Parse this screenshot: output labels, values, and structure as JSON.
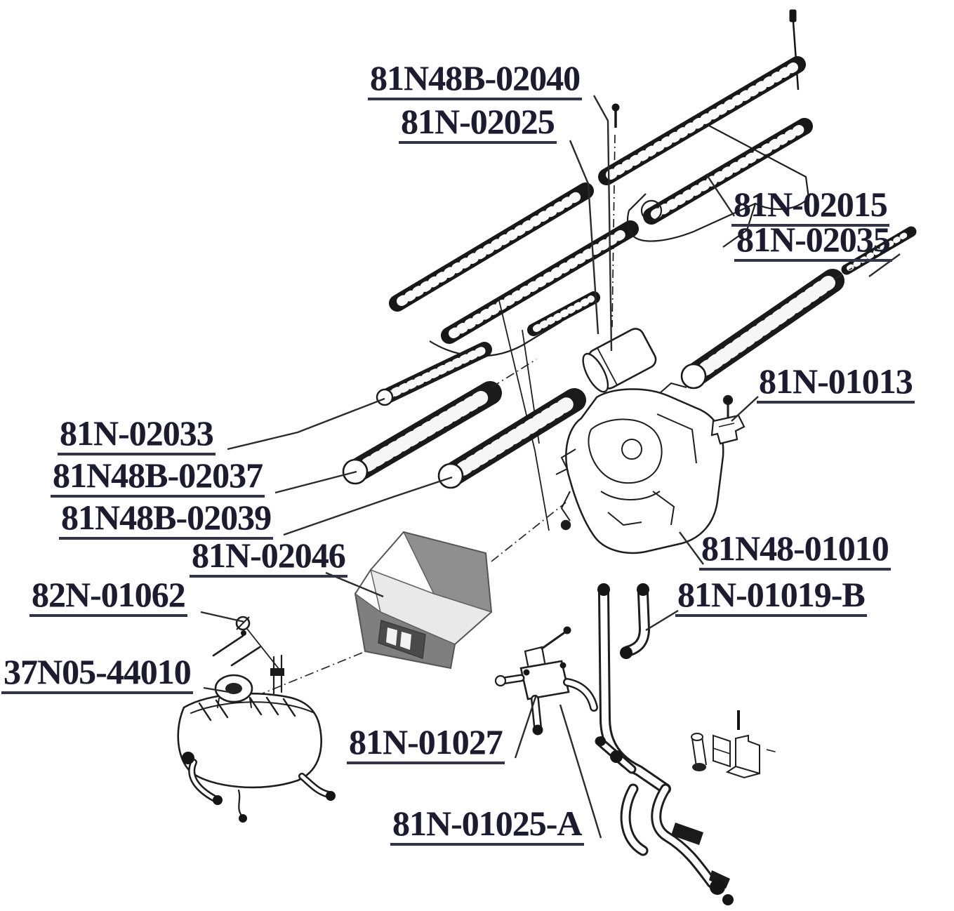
{
  "diagram": {
    "type": "exploded-parts-diagram",
    "background_color": "#ffffff",
    "line_color": "#1e1e1e",
    "label_color": "#1c1c2e",
    "labels": [
      {
        "part_no": "81N48B-02040"
      },
      {
        "part_no": "81N-02025"
      },
      {
        "part_no": "81N-02015"
      },
      {
        "part_no": "81N-02035"
      },
      {
        "part_no": "81N-01013"
      },
      {
        "part_no": "81N-02033"
      },
      {
        "part_no": "81N48B-02037"
      },
      {
        "part_no": "81N48B-02039"
      },
      {
        "part_no": "81N-02046"
      },
      {
        "part_no": "82N-01062"
      },
      {
        "part_no": "37N05-44010"
      },
      {
        "part_no": "81N48-01010"
      },
      {
        "part_no": "81N-01019-B"
      },
      {
        "part_no": "81N-01027"
      },
      {
        "part_no": "81N-01025-A"
      }
    ]
  }
}
